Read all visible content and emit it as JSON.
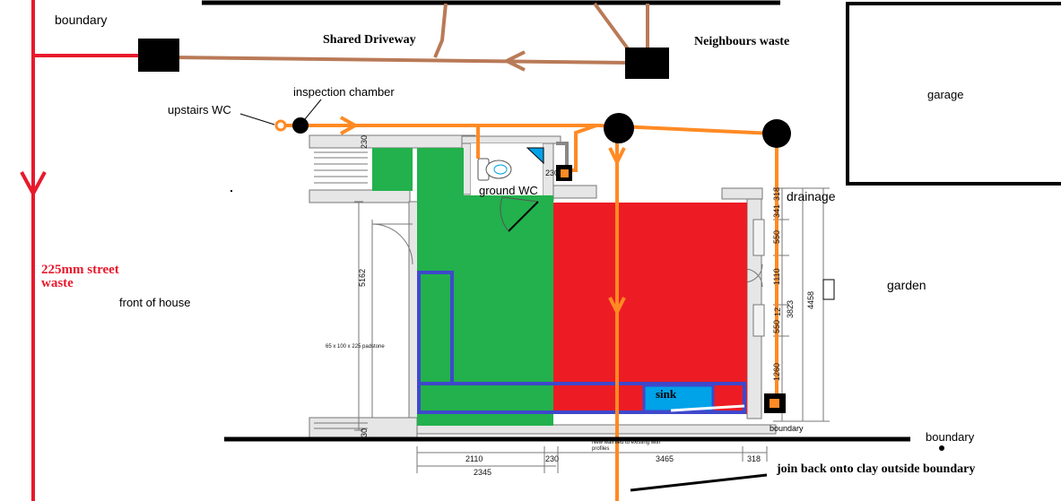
{
  "labels": {
    "boundary_top_left": "boundary",
    "shared_driveway": "Shared Driveway",
    "neighbours_waste": "Neighbours waste",
    "garage": "garage",
    "inspection_chamber": "inspection chamber",
    "upstairs_wc": "upstairs WC",
    "ground_wc": "ground WC",
    "drainage": "drainage",
    "garden": "garden",
    "street_waste": "225mm street waste",
    "front_of_house": "front of house",
    "sink": "sink",
    "boundary_bottom": "boundary",
    "boundary_small": "boundary",
    "join_back": "join back onto clay outside boundary"
  },
  "dimensions": {
    "d5162": "5162",
    "d2110": "2110",
    "d2345": "2345",
    "d230_bottom": "230",
    "d3465": "3465",
    "d318_bottom": "318",
    "d4458": "4458",
    "d3823": "3823",
    "d1260": "1260",
    "d550_a": "550",
    "d550_b": "550",
    "d1110": "1110",
    "d341": "341",
    "d318_right": "318",
    "d230_top": "230",
    "d230_wc": "230",
    "d30": "30",
    "d12": "12"
  },
  "notes": {
    "padstone": "65 x 100 x 225 padstone",
    "new_wall": "New wall tied to existing with",
    "profiles": "profiles"
  },
  "colors": {
    "street_waste_pipe": "#e8192c",
    "driveway_pipe": "#b97a57",
    "new_drain_pipe": "#ff8a24",
    "green_zone": "#22b14c",
    "red_zone": "#ed1c24",
    "outline_blue": "#3f48cc",
    "sink_fill": "#00a2e8"
  }
}
